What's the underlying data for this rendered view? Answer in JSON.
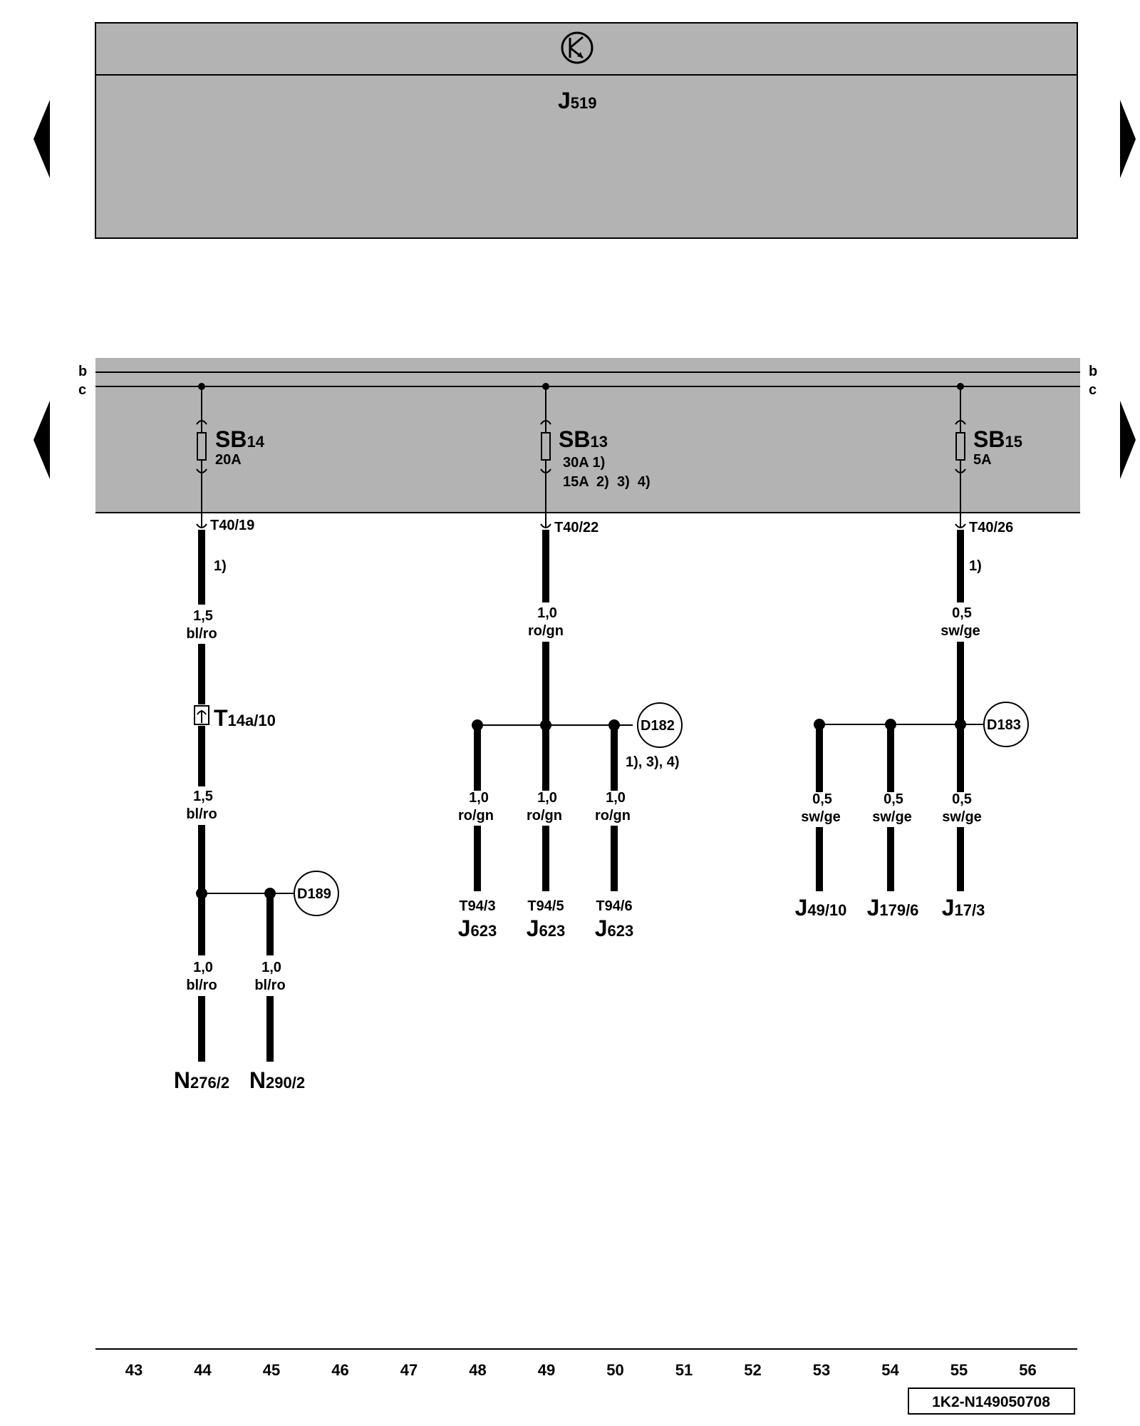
{
  "control_unit": {
    "id": "J",
    "sub": "519"
  },
  "bus_labels": {
    "b": "b",
    "c": "c"
  },
  "fuses": [
    {
      "id": "SB",
      "sub": "14",
      "rating": "20A",
      "rating2": "",
      "connector": "T40/19",
      "note": "1)",
      "wire_size": "1,5",
      "wire_color": "bl/ro"
    },
    {
      "id": "SB",
      "sub": "13",
      "rating": "30A  1)",
      "rating2": "15A  2)  3)  4)",
      "connector": "T40/22",
      "note": "",
      "wire_size": "1,0",
      "wire_color": "ro/gn"
    },
    {
      "id": "SB",
      "sub": "15",
      "rating": "5A",
      "rating2": "",
      "connector": "T40/26",
      "note": "1)",
      "wire_size": "0,5",
      "wire_color": "sw/ge"
    }
  ],
  "connector_T14a": {
    "id": "T",
    "sub": "14a/10",
    "wire_size": "1,5",
    "wire_color": "bl/ro"
  },
  "junctions": {
    "D189": "D189",
    "D182": "D182",
    "D182_note": "1), 3), 4)",
    "D183": "D183"
  },
  "branches_left": [
    {
      "wire_size": "1,0",
      "wire_color": "bl/ro",
      "component": "N",
      "sub": "276/2"
    },
    {
      "wire_size": "1,0",
      "wire_color": "bl/ro",
      "component": "N",
      "sub": "290/2"
    }
  ],
  "branches_middle": [
    {
      "wire_size": "1,0",
      "wire_color": "ro/gn",
      "pin": "T94/3",
      "component": "J",
      "sub": "623"
    },
    {
      "wire_size": "1,0",
      "wire_color": "ro/gn",
      "pin": "T94/5",
      "component": "J",
      "sub": "623"
    },
    {
      "wire_size": "1,0",
      "wire_color": "ro/gn",
      "pin": "T94/6",
      "component": "J",
      "sub": "623"
    }
  ],
  "branches_right": [
    {
      "wire_size": "0,5",
      "wire_color": "sw/ge",
      "component": "J",
      "sub": "49/10"
    },
    {
      "wire_size": "0,5",
      "wire_color": "sw/ge",
      "component": "J",
      "sub": "179/6"
    },
    {
      "wire_size": "0,5",
      "wire_color": "sw/ge",
      "component": "J",
      "sub": "17/3"
    }
  ],
  "column_numbers": [
    "43",
    "44",
    "45",
    "46",
    "47",
    "48",
    "49",
    "50",
    "51",
    "52",
    "53",
    "54",
    "55",
    "56"
  ],
  "diagram_code": "1K2-N149050708",
  "colors": {
    "panel": "#b3b3b3",
    "line": "#000000"
  }
}
